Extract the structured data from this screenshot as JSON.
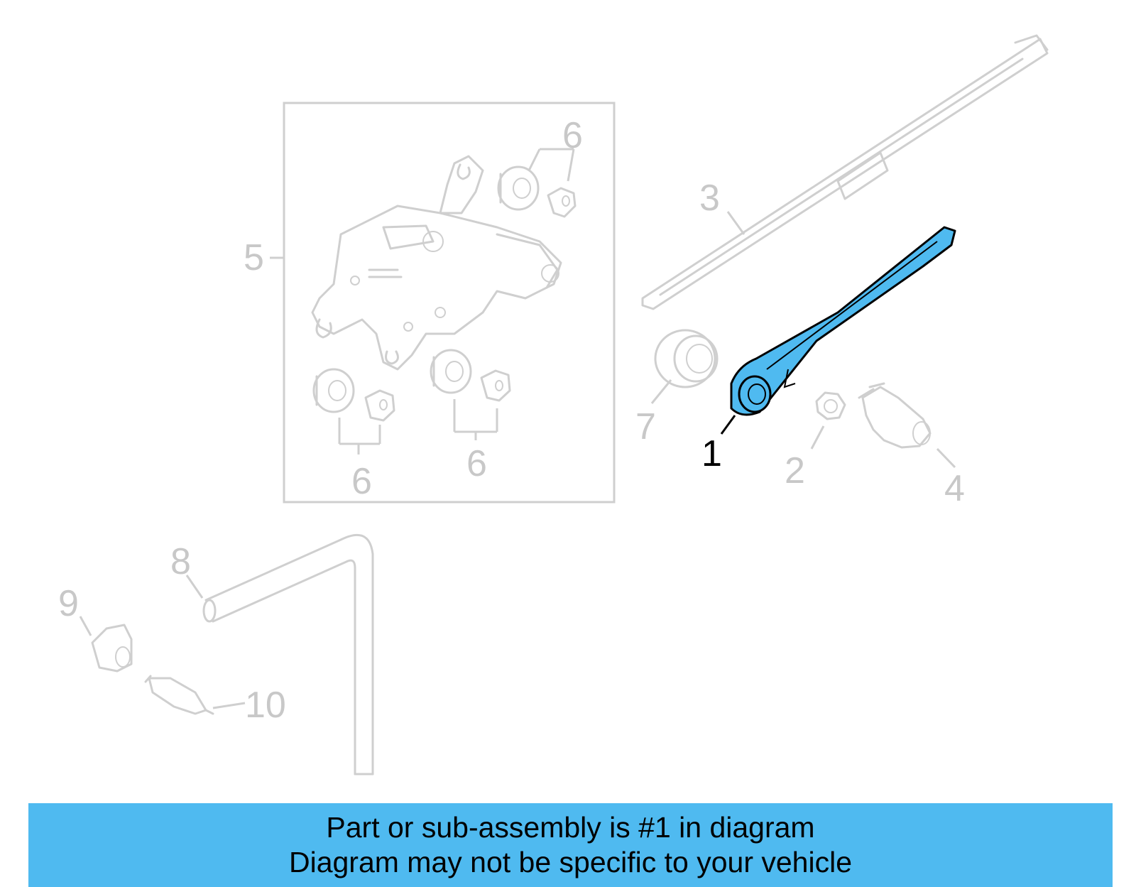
{
  "diagram": {
    "callouts": {
      "c1": "1",
      "c2": "2",
      "c3": "3",
      "c4": "4",
      "c5": "5",
      "c6a": "6",
      "c6b": "6",
      "c6c": "6",
      "c7": "7",
      "c8": "8",
      "c9": "9",
      "c10": "10"
    },
    "highlight_color": "#4fbaf0",
    "ghost_color": "#cfcfcf"
  },
  "banner": {
    "line1": "Part or sub-assembly is #1 in diagram",
    "line2": "Diagram may not be specific to your vehicle"
  }
}
